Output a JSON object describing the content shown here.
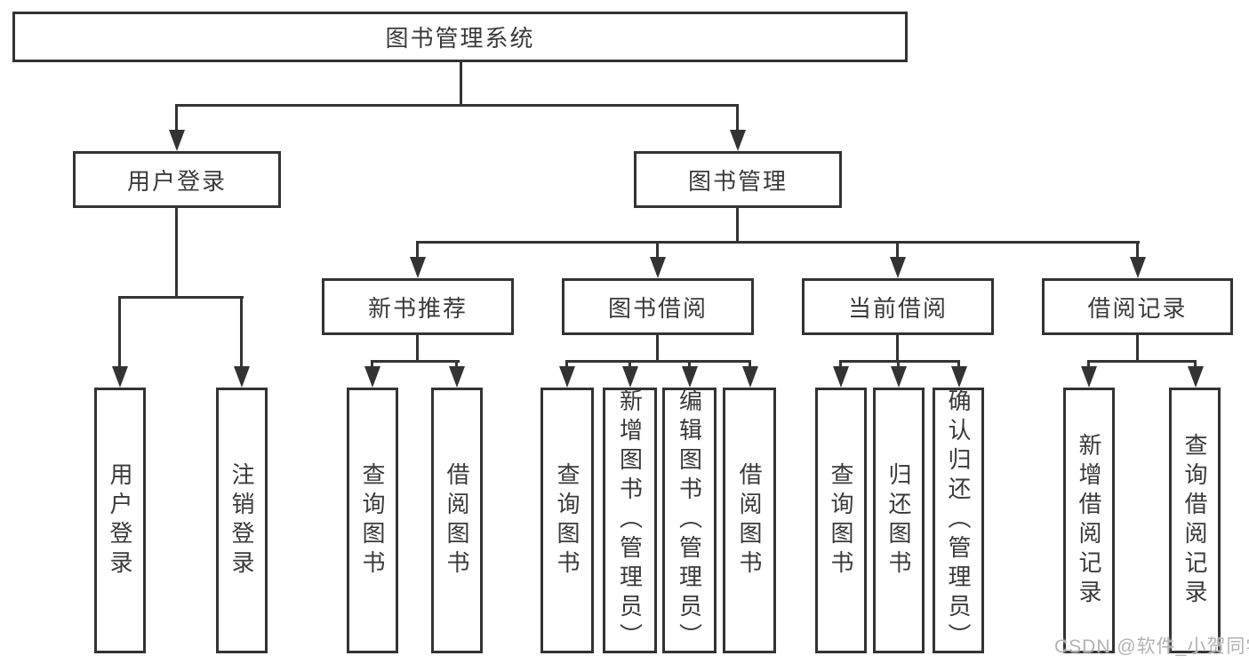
{
  "watermark": "CSDN @软件_小贺同学",
  "colors": {
    "line": "#333333",
    "text": "#3a3a3a",
    "watermark": "#b2b2b2",
    "background": "#ffffff"
  },
  "tree": {
    "label": "图书管理系统",
    "children": [
      {
        "label": "用户登录",
        "children": [
          {
            "label": "用户登录"
          },
          {
            "label": "注销登录"
          }
        ]
      },
      {
        "label": "图书管理",
        "children": [
          {
            "label": "新书推荐",
            "children": [
              {
                "label": "查询图书"
              },
              {
                "label": "借阅图书"
              }
            ]
          },
          {
            "label": "图书借阅",
            "children": [
              {
                "label": "查询图书"
              },
              {
                "label": "新增图书（管理员）"
              },
              {
                "label": "编辑图书（管理员）"
              },
              {
                "label": "借阅图书"
              }
            ]
          },
          {
            "label": "当前借阅",
            "children": [
              {
                "label": "查询图书"
              },
              {
                "label": "归还图书"
              },
              {
                "label": "确认归还（管理员）"
              }
            ]
          },
          {
            "label": "借阅记录",
            "children": [
              {
                "label": "新增借阅记录"
              },
              {
                "label": "查询借阅记录"
              }
            ]
          }
        ]
      }
    ]
  }
}
